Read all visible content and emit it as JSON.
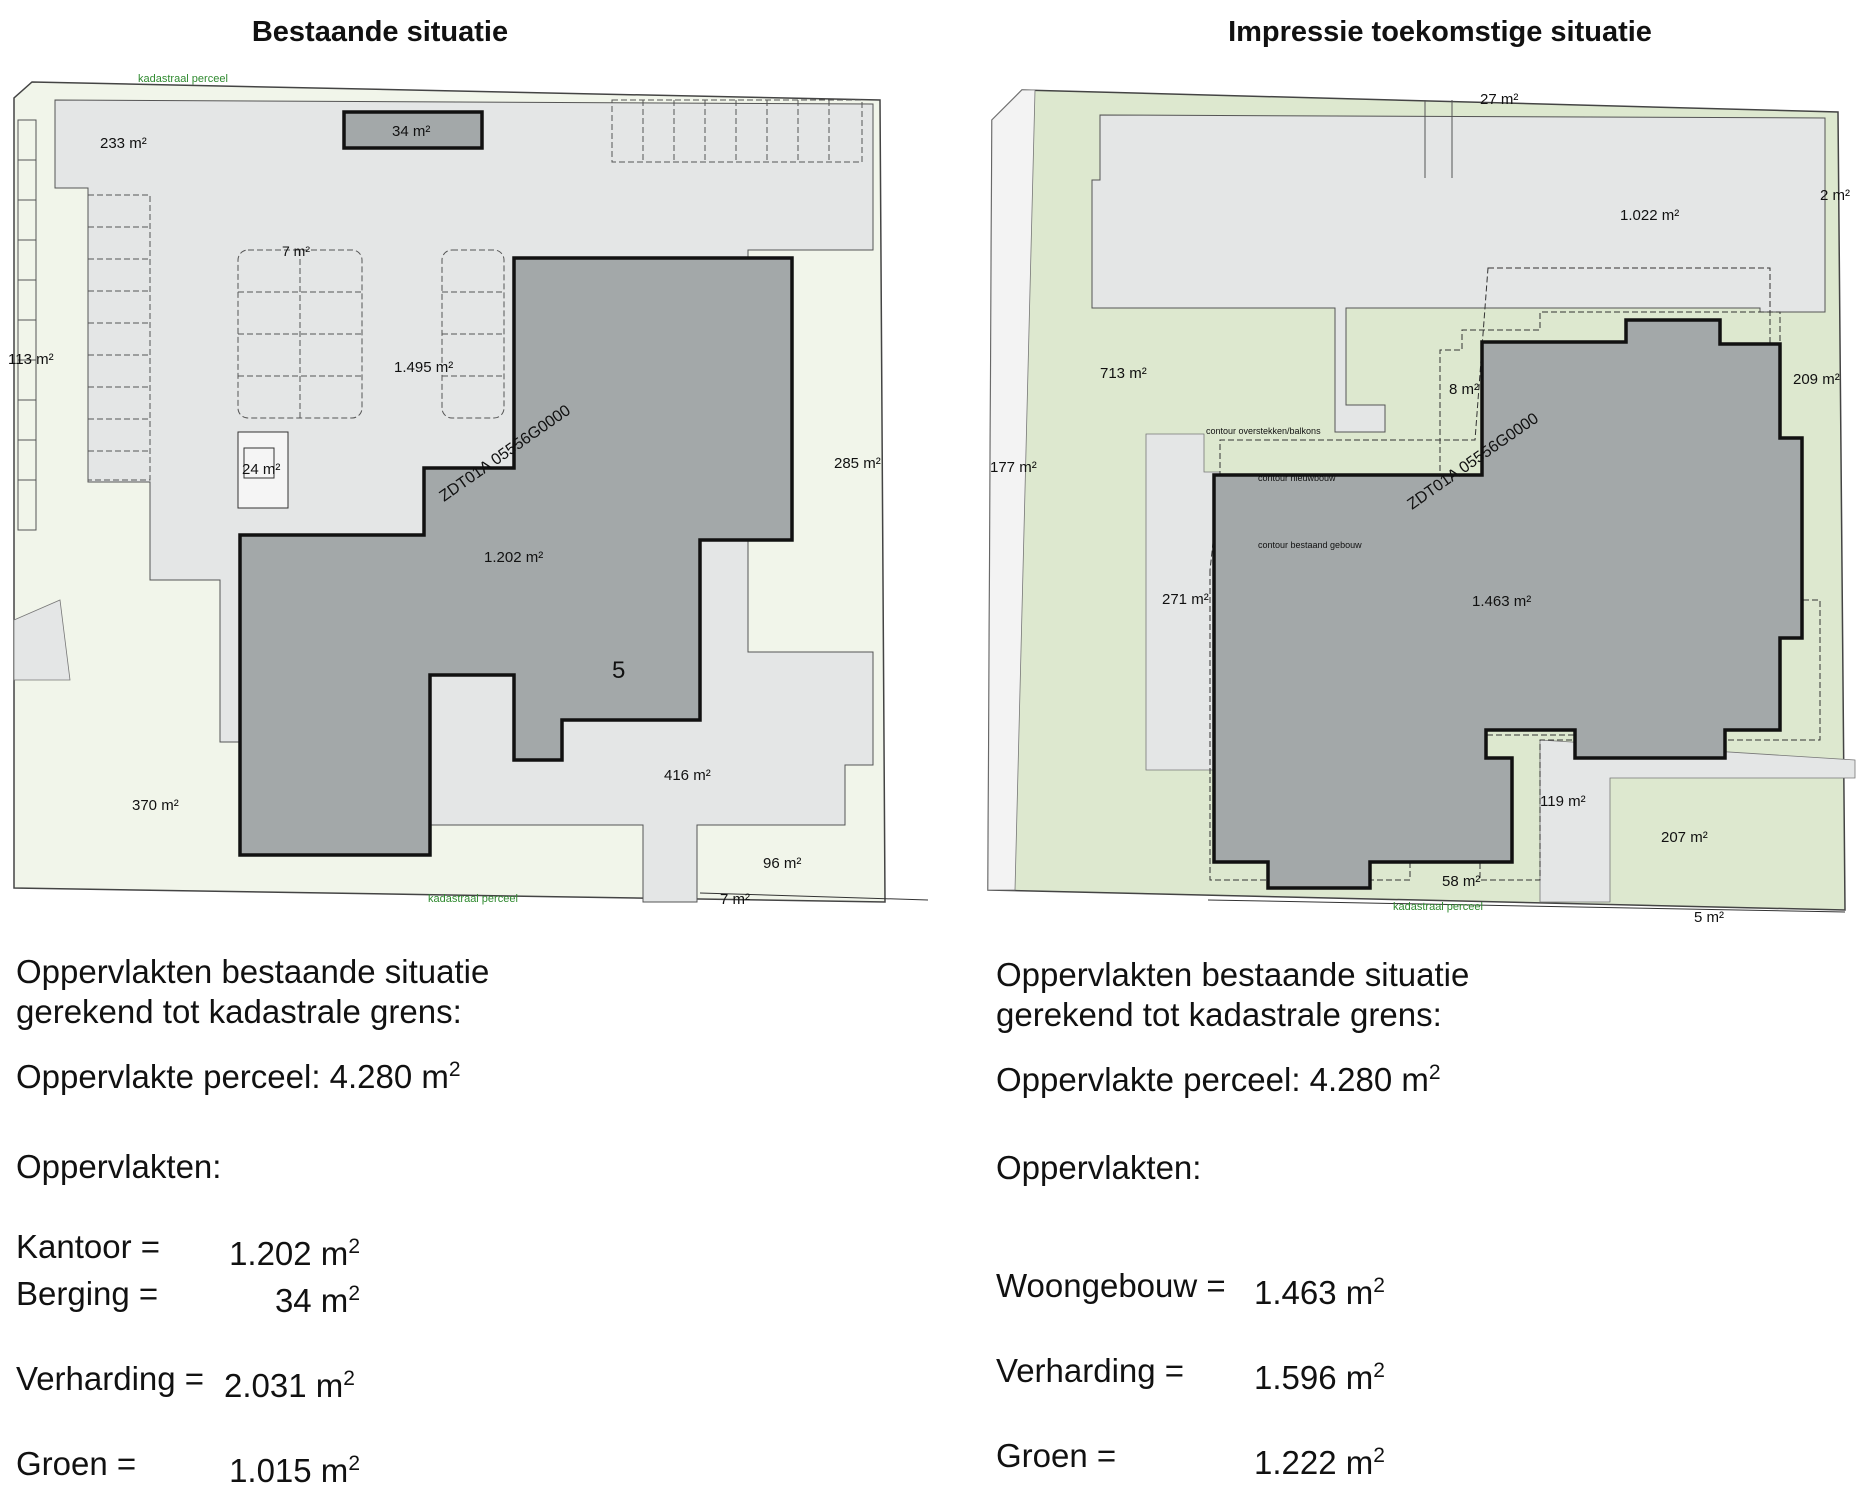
{
  "titles": {
    "left": "Bestaande situatie",
    "right": "Impressie toekomstige situatie"
  },
  "left_plan": {
    "cadastral_label": "kadastraal perceel",
    "parcel_code": "ZDT01A 05556G0000",
    "house_number": "5",
    "areas": {
      "a233": "233 m²",
      "a34": "34 m²",
      "a7": "7 m²",
      "a113": "113 m²",
      "a1495": "1.495 m²",
      "a24": "24 m²",
      "a285": "285 m²",
      "a1202": "1.202 m²",
      "a370": "370 m²",
      "a416": "416 m²",
      "a96": "96 m²",
      "a7b": "7 m²"
    }
  },
  "right_plan": {
    "cadastral_label": "kadastraal perceel",
    "parcel_code": "ZDT01A 05556G0000",
    "contour_overstekken": "contour overstekken/balkons",
    "contour_nieuwbouw": "contour nieuwbouw",
    "contour_bestaand": "contour bestaand gebouw",
    "areas": {
      "a27": "27 m²",
      "a1022": "1.022 m²",
      "a2": "2 m²",
      "a713": "713 m²",
      "a8": "8 m²",
      "a209": "209 m²",
      "a177": "177 m²",
      "a271": "271 m²",
      "a1463": "1.463 m²",
      "a119": "119 m²",
      "a207": "207 m²",
      "a58": "58 m²",
      "a5": "5 m²"
    }
  },
  "left_summary": {
    "heading_line1": "Oppervlakten bestaande situatie",
    "heading_line2": "gerekend tot kadastrale grens:",
    "parcel_label": "Oppervlakte perceel: 4.280 m",
    "areas_heading": "Oppervlakten:",
    "rows": [
      {
        "label": "Kantoor =",
        "value": "1.202 m"
      },
      {
        "label": "Berging =",
        "value": "34 m"
      },
      {
        "label": "Verharding =",
        "value": "2.031 m"
      },
      {
        "label": "Groen =",
        "value": "1.015 m"
      }
    ]
  },
  "right_summary": {
    "heading_line1": "Oppervlakten bestaande situatie",
    "heading_line2": "gerekend tot kadastrale grens:",
    "parcel_label": "Oppervlakte perceel: 4.280 m",
    "areas_heading": "Oppervlakten:",
    "rows": [
      {
        "label": "Woongebouw =",
        "value": "1.463 m"
      },
      {
        "label": "Verharding =",
        "value": "1.596 m"
      },
      {
        "label": "Groen =",
        "value": "1.222 m"
      }
    ]
  },
  "superscript": "2",
  "colors": {
    "paving": "#e4e6e6",
    "green_existing": "#f1f5ea",
    "green_future": "#dde8cf",
    "building": "#a3a8a9",
    "cadastral_text": "#2f8a2f"
  }
}
